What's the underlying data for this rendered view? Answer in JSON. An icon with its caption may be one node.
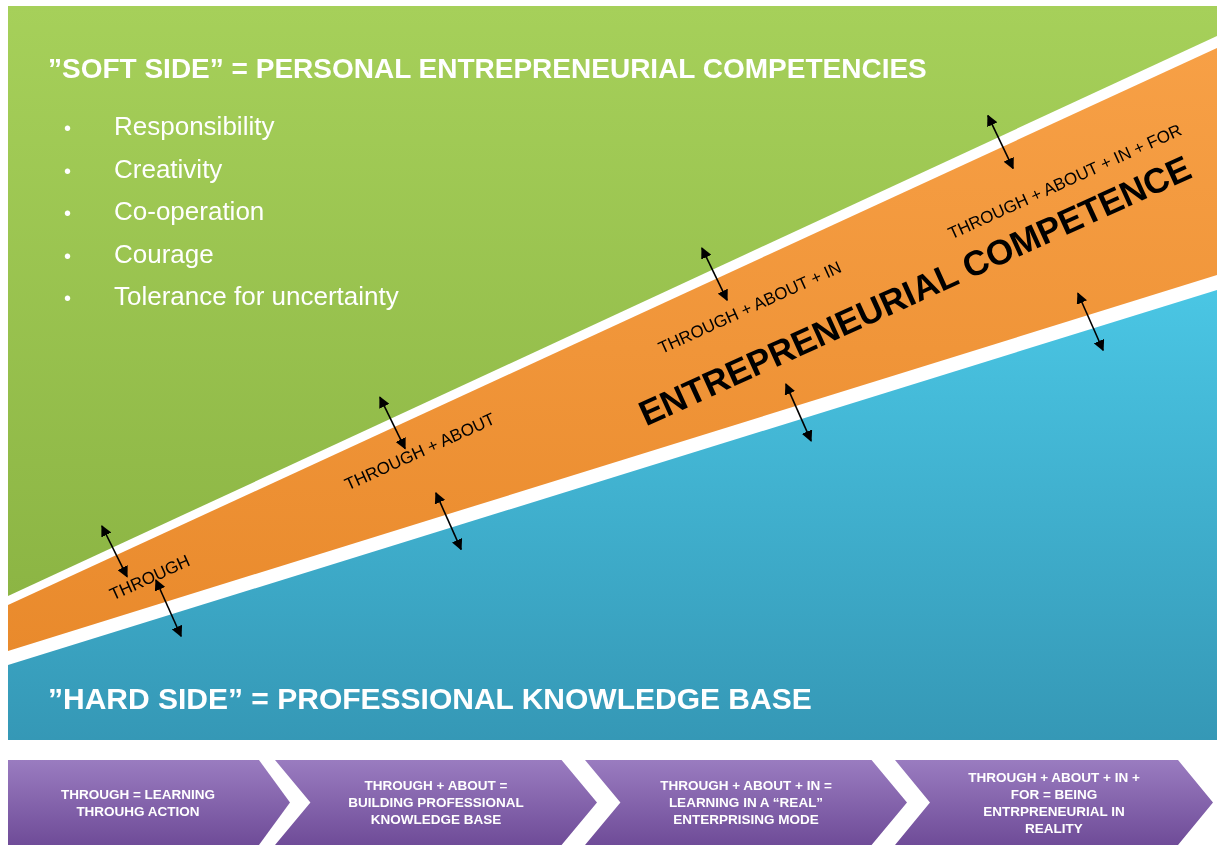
{
  "diagram": {
    "nodes": [
      {
        "text": [
          "”SOFT SIDE” = PERSONAL ENTREPRENEURIAL COMPETENCIES",
          "Responsibility",
          "Creativity",
          "Co-operation",
          "Courage",
          "Tolerance for uncertainty"
        ]
      },
      {
        "text": [
          "ENTREPRENEURIAL COMPETENCE",
          "THROUGH",
          "THROUGH + ABOUT",
          "THROUGH + ABOUT + IN",
          "THROUGH + ABOUT + IN + FOR"
        ]
      },
      {
        "text": [
          "”HARD SIDE” = PROFESSIONAL KNOWLEDGE BASE"
        ]
      },
      {
        "text": [
          "THROUGH = LEARNING THROUHG ACTION"
        ]
      },
      {
        "text": [
          "THROUGH + ABOUT = BUILDING PROFESSIONAL KNOWLEDGE BASE"
        ]
      },
      {
        "text": [
          "THROUGH + ABOUT + IN = LEARNING IN A “REAL” ENTERPRISING MODE"
        ]
      },
      {
        "text": [
          "THROUGH + ABOUT + IN + FOR = BEING ENTRPRENEURIAL IN REALITY"
        ]
      }
    ],
    "edges": [
      {
        "from": 0,
        "to": 1,
        "arrow": "both"
      },
      {
        "from": 0,
        "to": 1,
        "arrow": "both"
      },
      {
        "from": 0,
        "to": 1,
        "arrow": "both"
      },
      {
        "from": 0,
        "to": 1,
        "arrow": "both"
      },
      {
        "from": 1,
        "to": 2,
        "arrow": "both"
      },
      {
        "from": 1,
        "to": 2,
        "arrow": "both"
      },
      {
        "from": 1,
        "to": 2,
        "arrow": "both"
      },
      {
        "from": 1,
        "to": 2,
        "arrow": "both"
      }
    ],
    "labels": [
      "•",
      "•",
      "•",
      "•",
      "•"
    ]
  }
}
